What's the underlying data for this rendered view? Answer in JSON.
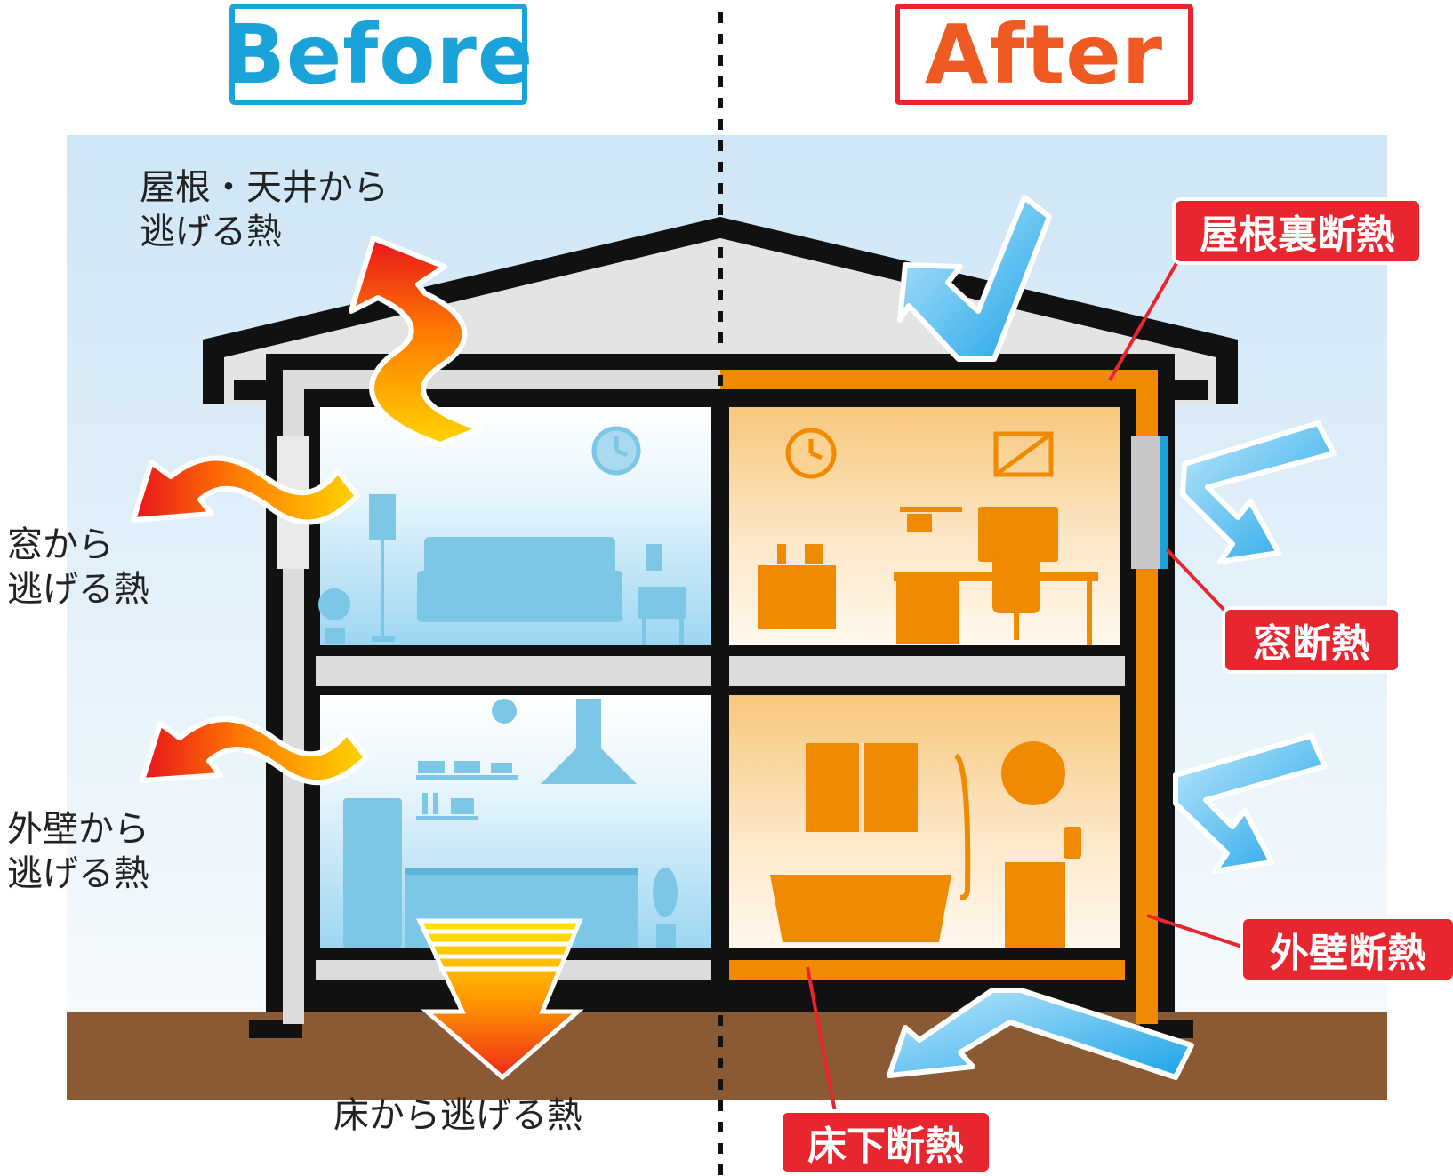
{
  "header": {
    "before": "Before",
    "after": "After"
  },
  "before_labels": {
    "roof": [
      "屋根・天井から",
      "逃げる熱"
    ],
    "window": [
      "窓から",
      "逃げる熱"
    ],
    "wall": [
      "外壁から",
      "逃げる熱"
    ],
    "floor": "床から逃げる熱"
  },
  "after_tags": {
    "roof": "屋根裏断熱",
    "window": "窓断熱",
    "wall": "外壁断熱",
    "floor": "床下断熱"
  },
  "colors": {
    "before_accent": "#1aa3d9",
    "after_accent": "#ef5a23",
    "tag_red": "#e8262f",
    "insulation_orange": "#f08a00",
    "heat_gradient": [
      "#ffd400",
      "#ff6a00",
      "#e8141c"
    ],
    "cool_arrow": "#35b4ee",
    "ground": "#8a5a35",
    "sky": "#d3e9f6"
  }
}
